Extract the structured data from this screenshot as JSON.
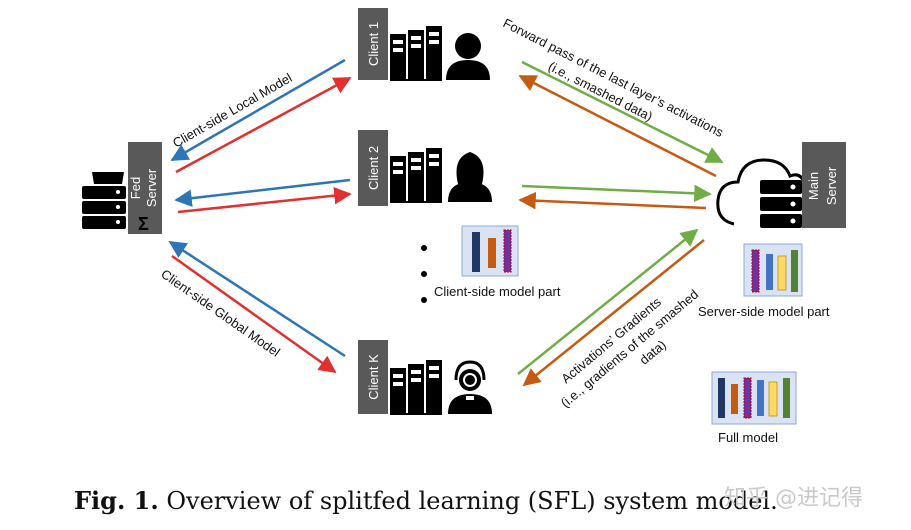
{
  "colors": {
    "blue": "#2e75b6",
    "red": "#e03030",
    "green": "#70ad47",
    "orange": "#c55a11",
    "label_box": "#595959",
    "icon": "#000000",
    "model_bg": "#dae3f3",
    "layer_navy": "#1f3864",
    "layer_orange": "#c55a11",
    "layer_purple": "#7030a0",
    "layer_blue": "#4472c4",
    "layer_yellow": "#ffd966",
    "layer_green": "#548235"
  },
  "labels": {
    "client1": "Client 1",
    "client2": "Client 2",
    "clientK": "Client K",
    "fed_line1": "Fed",
    "fed_line2": "Server",
    "sigma": "Σ",
    "main_line1": "Main",
    "main_line2": "Server"
  },
  "arrows": {
    "local_model": "Client-side Local Model",
    "global_model": "Client-side Global Model",
    "forward_line1": "Forward pass of the last layer’s activations",
    "forward_line2": "(i.e., smashed data)",
    "grad_line1": "Activations’ Gradients",
    "grad_line2": "(i.e., gradients of the smashed",
    "grad_line3": "data)"
  },
  "models": {
    "client_part": "Client-side model part",
    "server_part": "Server-side model part",
    "full": "Full model"
  },
  "icons": {
    "fed_server": "server-stack-icon",
    "main_server": "cloud-server-icon",
    "client_data": "binders-icon",
    "client1_person": "man-icon",
    "client2_person": "woman-icon",
    "clientK_person": "headset-person-icon"
  },
  "caption": {
    "bold": "Fig. 1.",
    "text": " Overview of splitfed learning (SFL) system model."
  },
  "watermark": "知乎 @进记得"
}
